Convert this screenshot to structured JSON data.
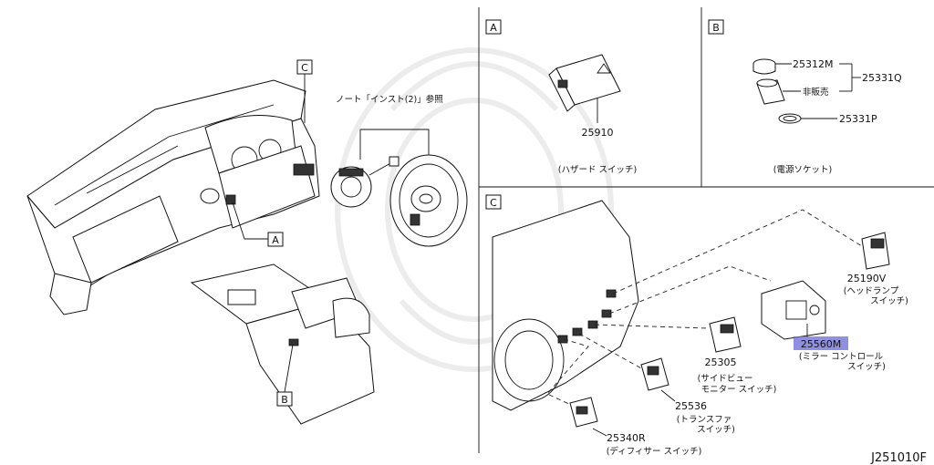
{
  "drawing_code": "J251010F",
  "callouts": {
    "a": "A",
    "b": "B",
    "c": "C"
  },
  "instrument_ref": "ノート「インスト(2)」参照",
  "panel_a": {
    "label": "A",
    "part_no": "25910",
    "caption": "(ハザード スイッチ)"
  },
  "panel_b": {
    "label": "B",
    "parts": [
      "25312M",
      "25331Q",
      "25331P"
    ],
    "not_sold": "非販売",
    "caption": "(電源ソケット)"
  },
  "panel_c": {
    "label": "C",
    "parts": [
      {
        "no": "25190V",
        "caption_1": "(ヘッドランプ",
        "caption_2": "スイッチ)"
      },
      {
        "no": "25560M",
        "caption_1": "(ミラー コントロール",
        "caption_2": "スイッチ)",
        "highlight": "#6b6bd6"
      },
      {
        "no": "25305",
        "caption_1": "(サイドビュー",
        "caption_2": "モニター スイッチ)"
      },
      {
        "no": "25536",
        "caption_1": "(トランスファ",
        "caption_2": "スイッチ)"
      },
      {
        "no": "25340R",
        "caption_1": "(ディフィサー スイッチ)"
      }
    ]
  }
}
